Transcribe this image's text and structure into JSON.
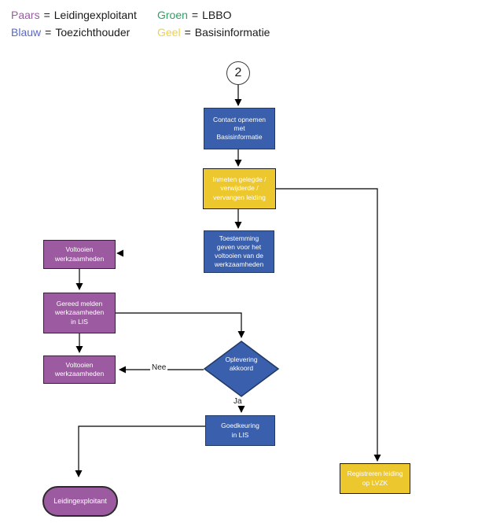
{
  "legend": {
    "paars": {
      "term": "Paars",
      "eq": "=",
      "desc": "Leidingexploitant"
    },
    "blauw": {
      "term": "Blauw",
      "eq": "=",
      "desc": "Toezichthouder"
    },
    "groen": {
      "term": "Groen",
      "eq": "=",
      "desc": "LBBO"
    },
    "geel": {
      "term": "Geel",
      "eq": "=",
      "desc": "Basisinformatie"
    }
  },
  "colors": {
    "purple_fill": "#9c5ba0",
    "blue_fill": "#3a5fac",
    "yellow_fill": "#edc72e",
    "purple_text": "#9c59a5",
    "blue_text": "#5a68c3",
    "green_text": "#2fa164",
    "yellow_text": "#ead24c"
  },
  "nodes": {
    "start_connector": {
      "label": "2"
    },
    "contact": {
      "label": "Contact opnemen\nmet\nBasisinformatie"
    },
    "inmeten": {
      "label": "Inmeten gelegde /\nverwijderde /\nvervangen leiding"
    },
    "toestemming": {
      "label": "Toestemming\ngeven voor het\nvoltooien van de\nwerkzaamheden"
    },
    "voltooien_1": {
      "label": "Voltooien\nwerkzaamheden"
    },
    "gereed_melden": {
      "label": "Gereed melden\nwerkzaamheden\nin LIS"
    },
    "voltooien_2": {
      "label": "Voltooien\nwerkzaamheden"
    },
    "oplevering": {
      "label": "Oplevering\nakkoord"
    },
    "goedkeuring": {
      "label": "Goedkeuring\nin LIS"
    },
    "registreren": {
      "label": "Registreren leiding\nop LVZK"
    },
    "leidingexploitant": {
      "label": "Leidingexploitant"
    }
  },
  "edges": {
    "nee": "Nee",
    "ja": "Ja"
  }
}
